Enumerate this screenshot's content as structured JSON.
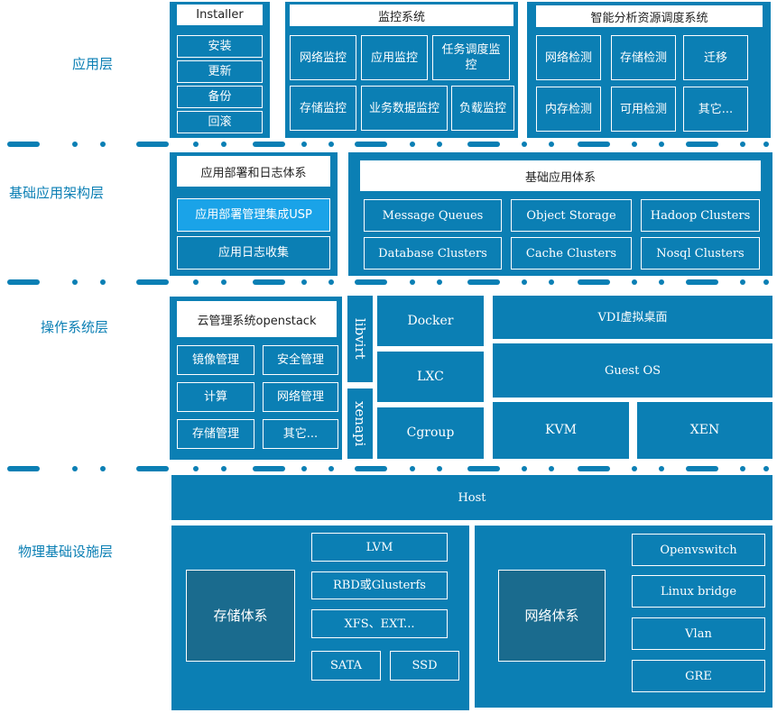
{
  "layers": {
    "app": "应用层",
    "infra_app": "基础应用架构层",
    "os": "操作系统层",
    "physical": "物理基础设施层"
  },
  "installer": {
    "title": "Installer",
    "items": [
      "安装",
      "更新",
      "备份",
      "回滚"
    ]
  },
  "monitor": {
    "title": "监控系统",
    "items": [
      "网络监控",
      "应用监控",
      "任务调度监控",
      "存储监控",
      "业务数据监控",
      "负载监控"
    ]
  },
  "analysis": {
    "title": "智能分析资源调度系统",
    "items": [
      "网络检测",
      "存储检测",
      "迁移",
      "内存检测",
      "可用检测",
      "其它..."
    ]
  },
  "deploy": {
    "title": "应用部署和日志体系",
    "items": [
      "应用部署管理集成USP",
      "应用日志收集"
    ]
  },
  "basic": {
    "title": "基础应用体系",
    "items": [
      "Message Queues",
      "Object Storage",
      "Hadoop Clusters",
      "Database Clusters",
      "Cache Clusters",
      "Nosql Clusters"
    ]
  },
  "openstack": {
    "title": "云管理系统openstack",
    "items": [
      "镜像管理",
      "安全管理",
      "计算",
      "网络管理",
      "存储管理",
      "其它..."
    ]
  },
  "os_layer": {
    "libvirt": "libvirt",
    "xenapi": "xenapi",
    "docker": "Docker",
    "lxc": "LXC",
    "cgroup": "Cgroup",
    "vdi": "VDI虚拟桌面",
    "guest": "Guest OS",
    "kvm": "KVM",
    "xen": "XEN"
  },
  "host": "Host",
  "storage": {
    "title": "存储体系",
    "items": [
      "LVM",
      "RBD或Glusterfs",
      "XFS、EXT...",
      "SATA",
      "SSD"
    ]
  },
  "network": {
    "title": "网络体系",
    "items": [
      "Openvswitch",
      "Linux bridge",
      "Vlan",
      "GRE"
    ]
  },
  "colors": {
    "primary": "#0b7fb4",
    "highlight": "#1aa3e8",
    "dark": "#1a6b8e"
  }
}
